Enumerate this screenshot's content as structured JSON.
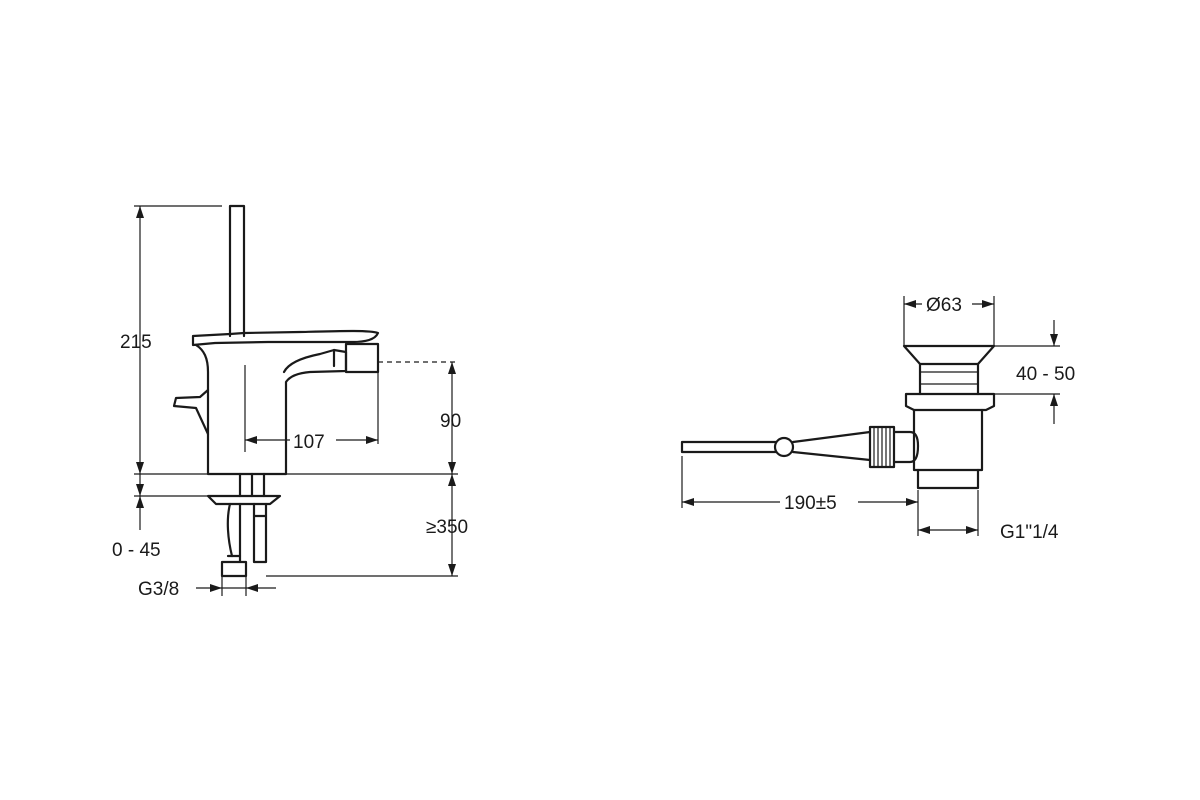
{
  "dimensions": {
    "height_total": "215",
    "spout_height": "90",
    "spout_reach": "107",
    "deck_thickness": "0 - 45",
    "connection_thread": "G3/8",
    "hose_length": "≥350",
    "plug_diameter": "Ø63",
    "flange_depth": "40 - 50",
    "rod_length": "190±5",
    "waste_thread": "G1\"1/4"
  },
  "colors": {
    "line": "#1a1a1a",
    "background": "#ffffff"
  }
}
